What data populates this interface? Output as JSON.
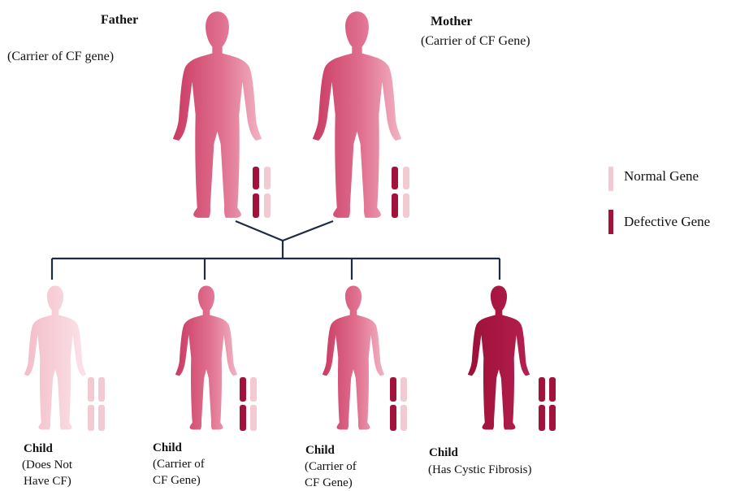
{
  "parents": {
    "father": {
      "title": "Father",
      "subtitle": "(Carrier of CF gene)"
    },
    "mother": {
      "title": "Mother",
      "subtitle": "(Carrier of CF Gene)"
    }
  },
  "children": [
    {
      "title": "Child",
      "line1": "(Does Not",
      "line2": "Have CF)",
      "genes": [
        "normal",
        "normal"
      ]
    },
    {
      "title": "Child",
      "line1": "(Carrier of",
      "line2": "CF Gene)",
      "genes": [
        "defective",
        "normal"
      ]
    },
    {
      "title": "Child",
      "line1": "(Carrier of",
      "line2": "CF Gene)",
      "genes": [
        "defective",
        "normal"
      ]
    },
    {
      "title": "Child",
      "line1": "(Has Cystic Fibrosis)",
      "line2": "",
      "genes": [
        "defective",
        "defective"
      ]
    }
  ],
  "legend": {
    "normal": "Normal Gene",
    "defective": "Defective Gene"
  },
  "colors": {
    "normal_gene": "#f3c9d2",
    "defective_gene": "#a3123a",
    "carrier_figure": "#dc5f82",
    "healthy_figure": "#f4c2cc",
    "affected_figure": "#a8153f",
    "tree_line": "#1f2a44"
  }
}
